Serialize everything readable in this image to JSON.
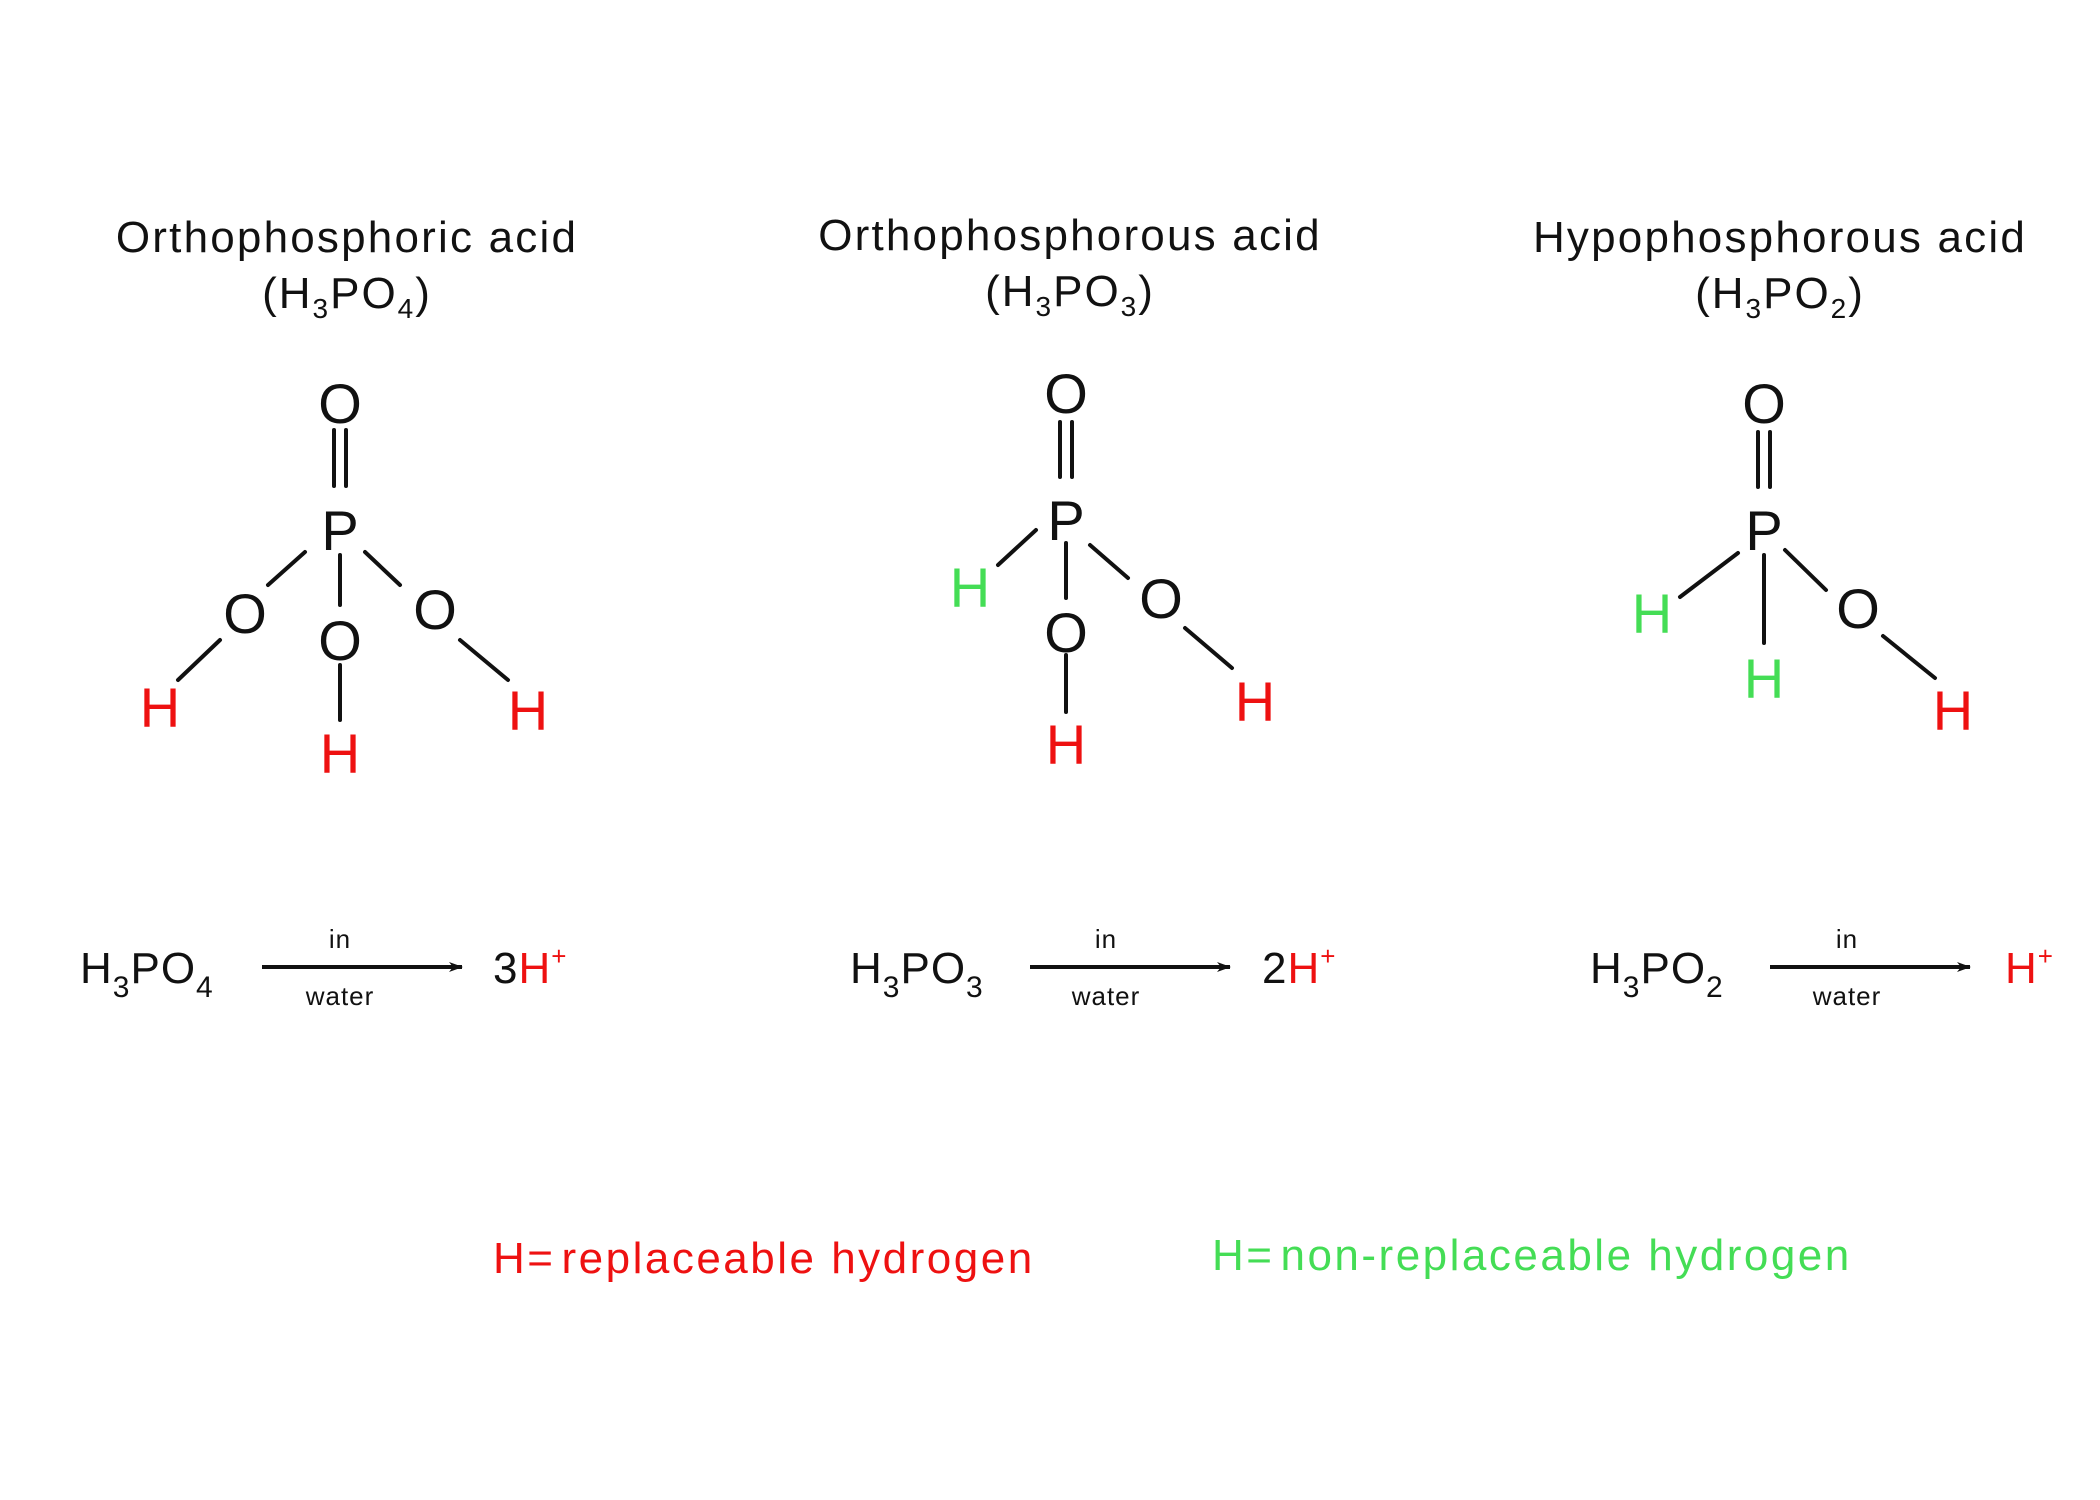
{
  "colors": {
    "text": "#111111",
    "replaceable_h": "#ee1111",
    "non_replaceable_h": "#44dd55"
  },
  "acids": [
    {
      "name": "Orthophosphoric acid",
      "formula_open": "(",
      "formula_close": ")",
      "formula": {
        "h": "H",
        "h_sub": "3",
        "p": "PO",
        "o_sub": "4"
      },
      "atoms": {
        "o_top": "O",
        "p": "P",
        "o_left": "O",
        "o_mid": "O",
        "o_right": "O",
        "h_left": "H",
        "h_mid": "H",
        "h_right": "H"
      },
      "reaction": {
        "reactant_h": "H",
        "reactant_h_sub": "3",
        "reactant_p": "PO",
        "reactant_o_sub": "4",
        "above_arrow": "in",
        "below_arrow": "water",
        "product_coef": "3",
        "product_ion": "H",
        "product_charge": "+"
      }
    },
    {
      "name": "Orthophosphorous acid",
      "formula_open": "(",
      "formula_close": ")",
      "formula": {
        "h": "H",
        "h_sub": "3",
        "p": "PO",
        "o_sub": "3"
      },
      "atoms": {
        "o_top": "O",
        "p": "P",
        "h_left": "H",
        "o_mid": "O",
        "o_right": "O",
        "h_mid": "H",
        "h_right": "H"
      },
      "reaction": {
        "reactant_h": "H",
        "reactant_h_sub": "3",
        "reactant_p": "PO",
        "reactant_o_sub": "3",
        "above_arrow": "in",
        "below_arrow": "water",
        "product_coef": "2",
        "product_ion": "H",
        "product_charge": "+"
      }
    },
    {
      "name": "Hypophosphorous acid",
      "formula_open": "(",
      "formula_close": ")",
      "formula": {
        "h": "H",
        "h_sub": "3",
        "p": "PO",
        "o_sub": "2"
      },
      "atoms": {
        "o_top": "O",
        "p": "P",
        "h_left": "H",
        "h_mid": "H",
        "o_right": "O",
        "h_right": "H"
      },
      "reaction": {
        "reactant_h": "H",
        "reactant_h_sub": "3",
        "reactant_p": "PO",
        "reactant_o_sub": "2",
        "above_arrow": "in",
        "below_arrow": "water",
        "product_ion": "H",
        "product_charge": "+"
      }
    }
  ],
  "legend": {
    "replaceable": {
      "symbol": "H",
      "eq": "=",
      "text": "replaceable hydrogen"
    },
    "non_replaceable": {
      "symbol": "H",
      "eq": "=",
      "text": "non-replaceable hydrogen"
    }
  }
}
